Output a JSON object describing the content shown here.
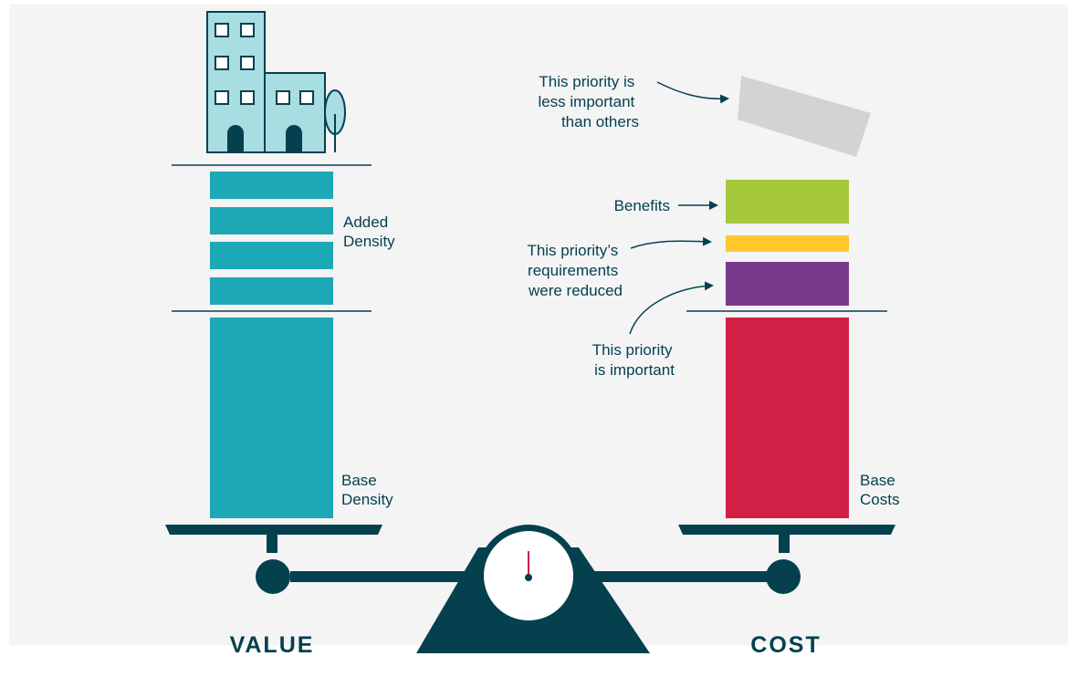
{
  "colors": {
    "panel_bg": "#f4f4f5",
    "navy": "#05404f",
    "teal": "#1ea7b5",
    "building_fill": "#a8dde2",
    "red": "#d21f46",
    "purple": "#7a3a8c",
    "yellow": "#fdc72e",
    "green": "#a5c93a",
    "grey": "#d2d3d5",
    "needle": "#d21f46"
  },
  "left": {
    "added_label": [
      "Added",
      "Density"
    ],
    "base_label": [
      "Base",
      "Density"
    ],
    "caption": "VALUE"
  },
  "right": {
    "base_label": [
      "Base",
      "Costs"
    ],
    "caption": "COST",
    "annotations": {
      "less_important": [
        "This priority is",
        "less important",
        "than others"
      ],
      "benefits": [
        "Benefits"
      ],
      "reduced": [
        "This priority’s",
        "requirements",
        "were reduced"
      ],
      "important": [
        "This priority",
        "is important"
      ]
    }
  }
}
